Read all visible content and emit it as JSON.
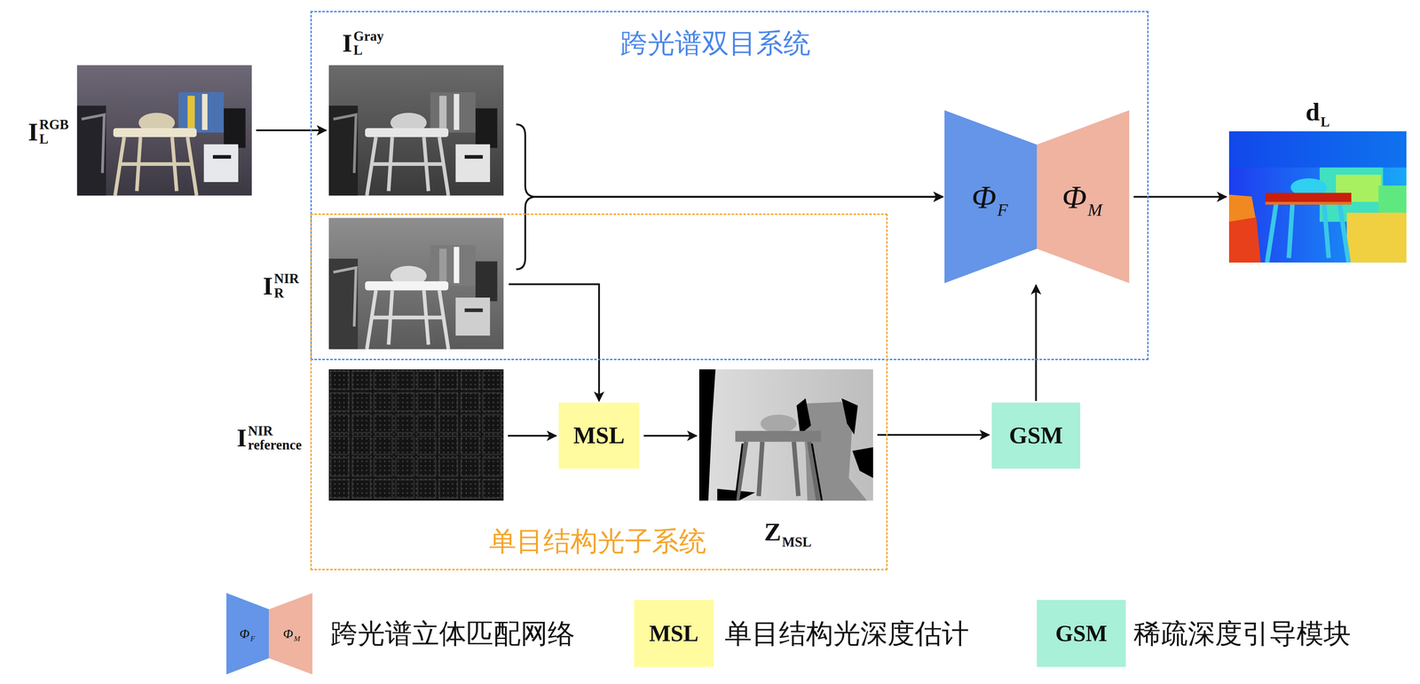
{
  "diagram": {
    "nodes": [
      {
        "text": [
          "I",
          "RGB",
          "L"
        ]
      },
      {
        "text": [
          "跨光谱双目系统"
        ]
      },
      {
        "text": [
          "I",
          "Gray",
          "L"
        ],
        "in": 1
      },
      {
        "text": [
          "Φ",
          "F"
        ],
        "in": 1
      },
      {
        "text": [
          "Φ",
          "M"
        ],
        "in": 1
      },
      {
        "text": [
          "d",
          "L"
        ]
      },
      {
        "text": [
          "单目结构光子系统"
        ]
      },
      {
        "text": [
          "I",
          "NIR",
          "R"
        ],
        "in": 6
      },
      {
        "text": [
          "I",
          "NIR",
          "reference"
        ],
        "in": 6
      },
      {
        "text": [
          "MSL"
        ],
        "in": 6
      },
      {
        "text": [
          "Z",
          "MSL"
        ],
        "in": 6
      },
      {
        "text": [
          "GSM"
        ]
      }
    ],
    "edges": [
      {
        "from": 0,
        "to": 2,
        "arrow": "to"
      },
      {
        "from": 2,
        "to": 3,
        "arrow": "to"
      },
      {
        "from": 7,
        "to": 3,
        "arrow": "to"
      },
      {
        "from": 4,
        "to": 5,
        "arrow": "to"
      },
      {
        "from": 7,
        "to": 9,
        "arrow": "to"
      },
      {
        "from": 8,
        "to": 9,
        "arrow": "to"
      },
      {
        "from": 9,
        "to": 10,
        "arrow": "to"
      },
      {
        "from": 10,
        "to": 11,
        "arrow": "to"
      },
      {
        "from": 11,
        "to": 4,
        "arrow": "to"
      }
    ],
    "labels": [
      "Φ",
      "F",
      "Φ",
      "M",
      "MSL",
      "GSM"
    ],
    "legend": [
      {
        "text": "跨光谱立体匹配网络"
      },
      {
        "text": "单目结构光深度估计",
        "color": "#fffb9e"
      },
      {
        "text": "稀疏深度引导模块",
        "color": "#a8f0d8"
      }
    ]
  }
}
